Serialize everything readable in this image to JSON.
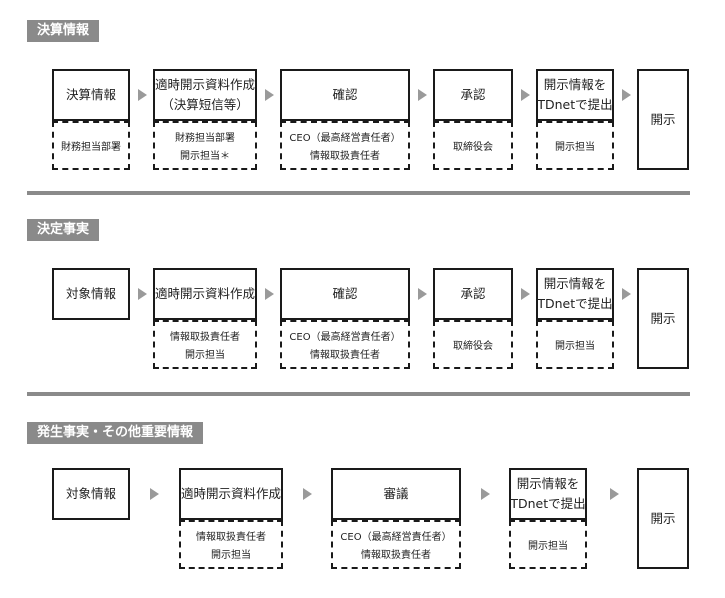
{
  "sections": [
    {
      "title": "決算情報",
      "steps": [
        {
          "lines": [
            "決算情報"
          ],
          "sub": [
            "財務担当部署"
          ]
        },
        {
          "lines": [
            "適時開示資料作成",
            "（決算短信等）"
          ],
          "sub": [
            "財務担当部署",
            "開示担当＊"
          ]
        },
        {
          "lines": [
            "確認"
          ],
          "sub": [
            "CEO（最高経営責任者）",
            "情報取扱責任者"
          ]
        },
        {
          "lines": [
            "承認"
          ],
          "sub": [
            "取締役会"
          ]
        },
        {
          "lines": [
            "開示情報を",
            "TDnetで提出"
          ],
          "sub": [
            "開示担当"
          ]
        },
        {
          "lines": [
            "開示"
          ]
        }
      ]
    },
    {
      "title": "決定事実",
      "steps": [
        {
          "lines": [
            "対象情報"
          ]
        },
        {
          "lines": [
            "適時開示資料作成"
          ],
          "sub": [
            "情報取扱責任者",
            "開示担当"
          ]
        },
        {
          "lines": [
            "確認"
          ],
          "sub": [
            "CEO（最高経営責任者）",
            "情報取扱責任者"
          ]
        },
        {
          "lines": [
            "承認"
          ],
          "sub": [
            "取締役会"
          ]
        },
        {
          "lines": [
            "開示情報を",
            "TDnetで提出"
          ],
          "sub": [
            "開示担当"
          ]
        },
        {
          "lines": [
            "開示"
          ]
        }
      ]
    },
    {
      "title": "発生事実・その他重要情報",
      "steps": [
        {
          "lines": [
            "対象情報"
          ]
        },
        {
          "lines": [
            "適時開示資料作成"
          ],
          "sub": [
            "情報取扱責任者",
            "開示担当"
          ]
        },
        {
          "lines": [
            "審議"
          ],
          "sub": [
            "CEO（最高経営責任者）",
            "情報取扱責任者"
          ]
        },
        {
          "lines": [
            "開示情報を",
            "TDnetで提出"
          ],
          "sub": [
            "開示担当"
          ]
        },
        {
          "lines": [
            "開示"
          ]
        }
      ]
    }
  ]
}
